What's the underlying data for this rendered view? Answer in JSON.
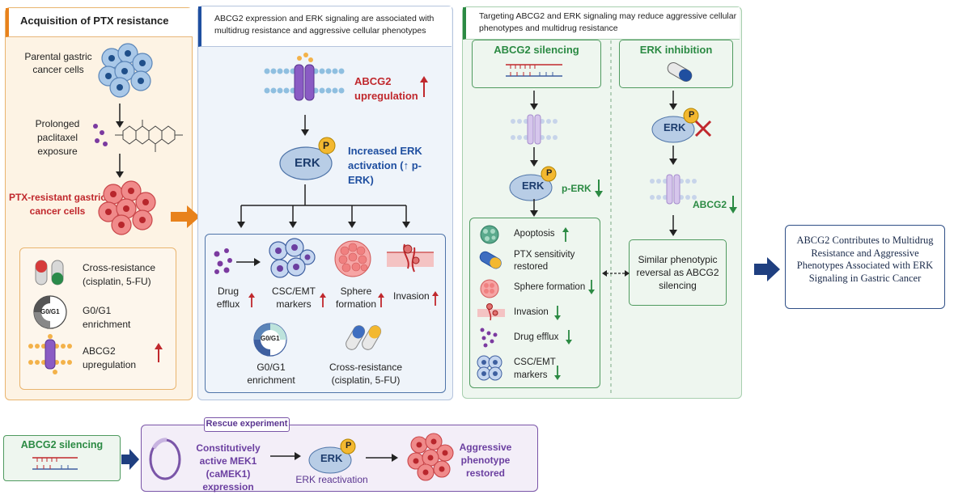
{
  "panel1": {
    "title": "Acquisition of PTX resistance",
    "parental": "Parental gastric cancer cells",
    "exposure": "Prolonged paclitaxel exposure",
    "resistant": "PTX-resistant gastric cancer cells",
    "cross": "Cross-resistance (cisplatin, 5-FU)",
    "g0g1_label": "G0/G1",
    "g0g1": "G0/G1 enrichment",
    "abcg2": "ABCG2 upregulation"
  },
  "panel2": {
    "title": "ABCG2 expression and ERK signaling are associated with multidrug resistance and aggressive cellular phenotypes",
    "abcg2": "ABCG2 upregulation",
    "erk": "ERK",
    "p": "P",
    "erk_act": "Increased ERK activation (↑ p-ERK)",
    "drug": "Drug efflux",
    "csc": "CSC/EMT markers",
    "sphere": "Sphere formation",
    "invasion": "Invasion",
    "g0g1_label": "G0/G1",
    "g0g1": "G0/G1 enrichment",
    "cross": "Cross-resistance (cisplatin, 5-FU)"
  },
  "panel3": {
    "title": "Targeting ABCG2 and ERK signaling may reduce aggressive cellular phenotypes and multidrug resistance",
    "silencing": "ABCG2 silencing",
    "inhibition": "ERK inhibition",
    "erk": "ERK",
    "p": "P",
    "perk": "p-ERK",
    "abcg2": "ABCG2",
    "apoptosis": "Apoptosis",
    "ptx": "PTX sensitivity restored",
    "sphere": "Sphere formation",
    "invasion": "Invasion",
    "drug": "Drug efflux",
    "csc": "CSC/EMT markers",
    "similar": "Similar phenotypic reversal as ABCG2 silencing"
  },
  "conclusion": "ABCG2 Contributes to Multidrug Resistance and Aggressive Phenotypes Associated with ERK Signaling in Gastric Cancer",
  "rescue": {
    "silencing": "ABCG2 silencing",
    "title": "Rescue experiment",
    "mek": "Constitutively active MEK1 (caMEK1) expression",
    "erk": "ERK",
    "p": "P",
    "reactivation": "ERK reactivation",
    "aggressive": "Aggressive phenotype restored"
  },
  "colors": {
    "orange": "#e8821c",
    "blue": "#1f4fa0",
    "green": "#2b8a43",
    "red": "#c0282d",
    "purple": "#6b3fa0"
  }
}
